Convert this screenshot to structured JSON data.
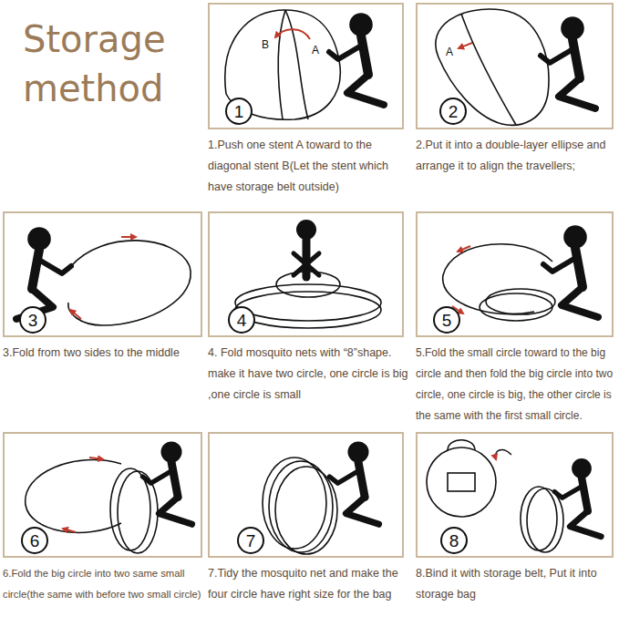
{
  "diagram": {
    "title": "Storage method",
    "nodes": [
      {
        "text": [
          "1.Push one stent A toward to the diagonal stent B(Let the stent which have storage belt outside)"
        ]
      },
      {
        "text": [
          "1"
        ],
        "in": 0
      },
      {
        "text": [
          "2.Put it into a double-layer ellipse and arrange it to align the travellers;"
        ]
      },
      {
        "text": [
          "2"
        ],
        "in": 2
      },
      {
        "text": [
          "3.Fold from two sides to the middle"
        ]
      },
      {
        "text": [
          "3"
        ],
        "in": 4
      },
      {
        "text": [
          "4. Fold mosquito nets with “8”shape. make it have two circle, one circle is big ,one circle is small"
        ]
      },
      {
        "text": [
          "4"
        ],
        "in": 6
      },
      {
        "text": [
          "5.Fold the small circle toward to the big circle and then fold the big circle into two circle, one circle is big, the other circle is the same with the first small circle."
        ]
      },
      {
        "text": [
          "5"
        ],
        "in": 8
      },
      {
        "text": [
          "6.Fold the big circle into two same small circle(the same with before two small circle)"
        ]
      },
      {
        "text": [
          "6"
        ],
        "in": 10
      },
      {
        "text": [
          "7.Tidy the mosquito net and make the four circle have right size for the bag"
        ]
      },
      {
        "text": [
          "7"
        ],
        "in": 12
      },
      {
        "text": [
          "8.Bind it with storage belt, Put it into storage bag"
        ]
      },
      {
        "text": [
          "8"
        ],
        "in": 14
      }
    ],
    "labels": [
      "B",
      "A",
      "A"
    ]
  }
}
